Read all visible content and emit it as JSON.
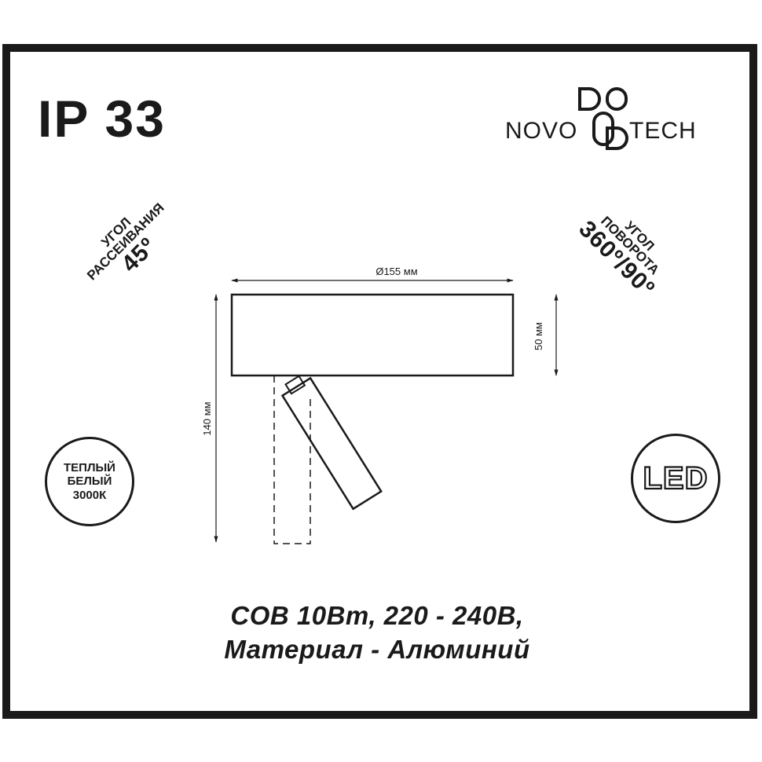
{
  "ip_rating": "IP 33",
  "brand": {
    "logo_text_left": "NOVO",
    "logo_text_right": "TECH",
    "logo_full": "NOVOTECH"
  },
  "beam_angle": {
    "line1": "УГОЛ",
    "line2": "РАССЕИВАНИЯ",
    "value": "45º"
  },
  "rotation_angle": {
    "line1": "УГОЛ",
    "line2": "ПОВОРОТА",
    "value": "360º/90º"
  },
  "color_temp": {
    "line1": "ТЕПЛЫЙ",
    "line2": "БЕЛЫЙ",
    "line3": "3000К"
  },
  "led_badge": "LED",
  "dimensions": {
    "diameter": "Ø155 мм",
    "height_body": "50 мм",
    "height_total": "140 мм"
  },
  "specs": {
    "line1": "COB 10Вт, 220 - 240В,",
    "line2": "Материал - Алюминий"
  }
}
